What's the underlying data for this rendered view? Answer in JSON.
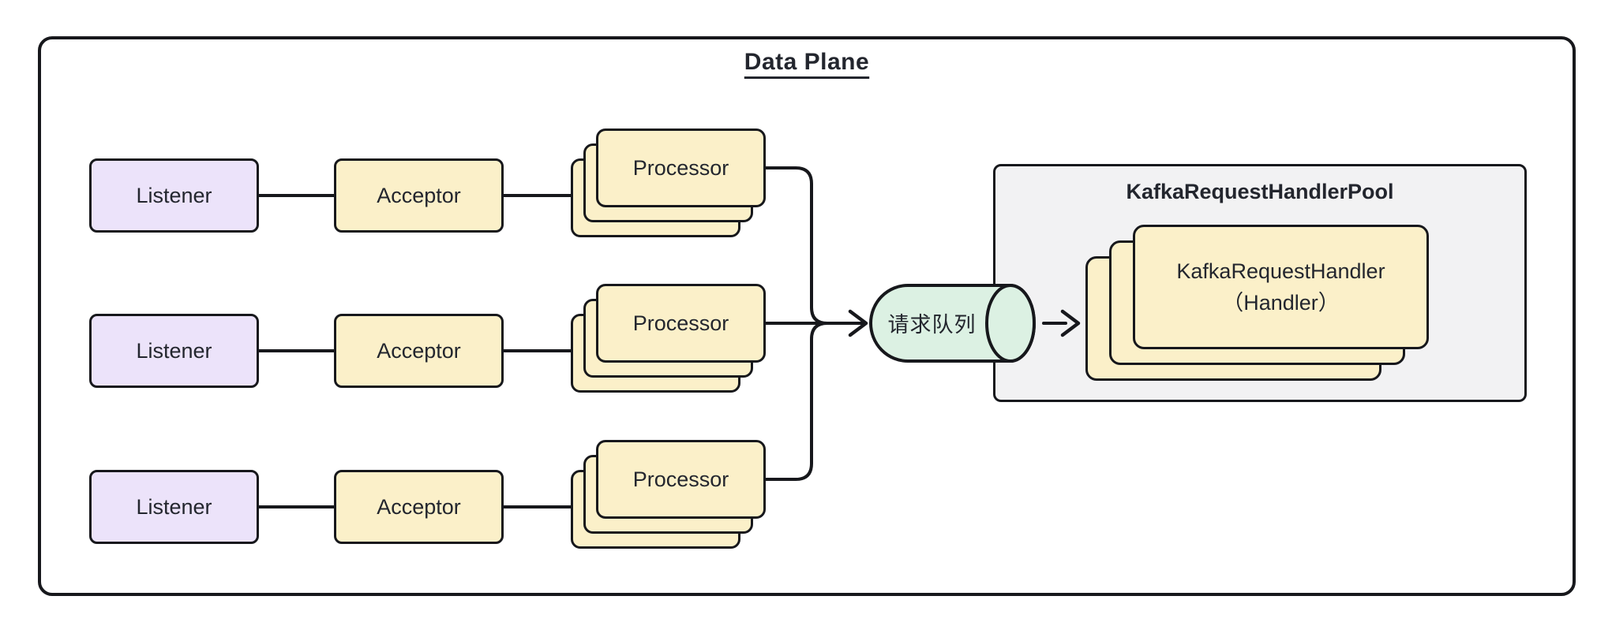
{
  "diagram": {
    "title": "Data Plane",
    "rows": [
      {
        "listener": "Listener",
        "acceptor": "Acceptor",
        "processor": "Processor"
      },
      {
        "listener": "Listener",
        "acceptor": "Acceptor",
        "processor": "Processor"
      },
      {
        "listener": "Listener",
        "acceptor": "Acceptor",
        "processor": "Processor"
      }
    ],
    "queue": {
      "label": "请求队列"
    },
    "pool": {
      "title": "KafkaRequestHandlerPool",
      "handler_line1": "KafkaRequestHandler",
      "handler_line2": "（Handler）"
    },
    "colors": {
      "stroke": "#17181c",
      "text": "#23262e",
      "listener_fill": "#ece3fa",
      "acceptor_fill": "#fbf0c9",
      "processor_fill": "#fbf0c9",
      "queue_fill": "#dcf1e3",
      "pool_fill": "#f2f2f3",
      "background": "#ffffff"
    }
  }
}
